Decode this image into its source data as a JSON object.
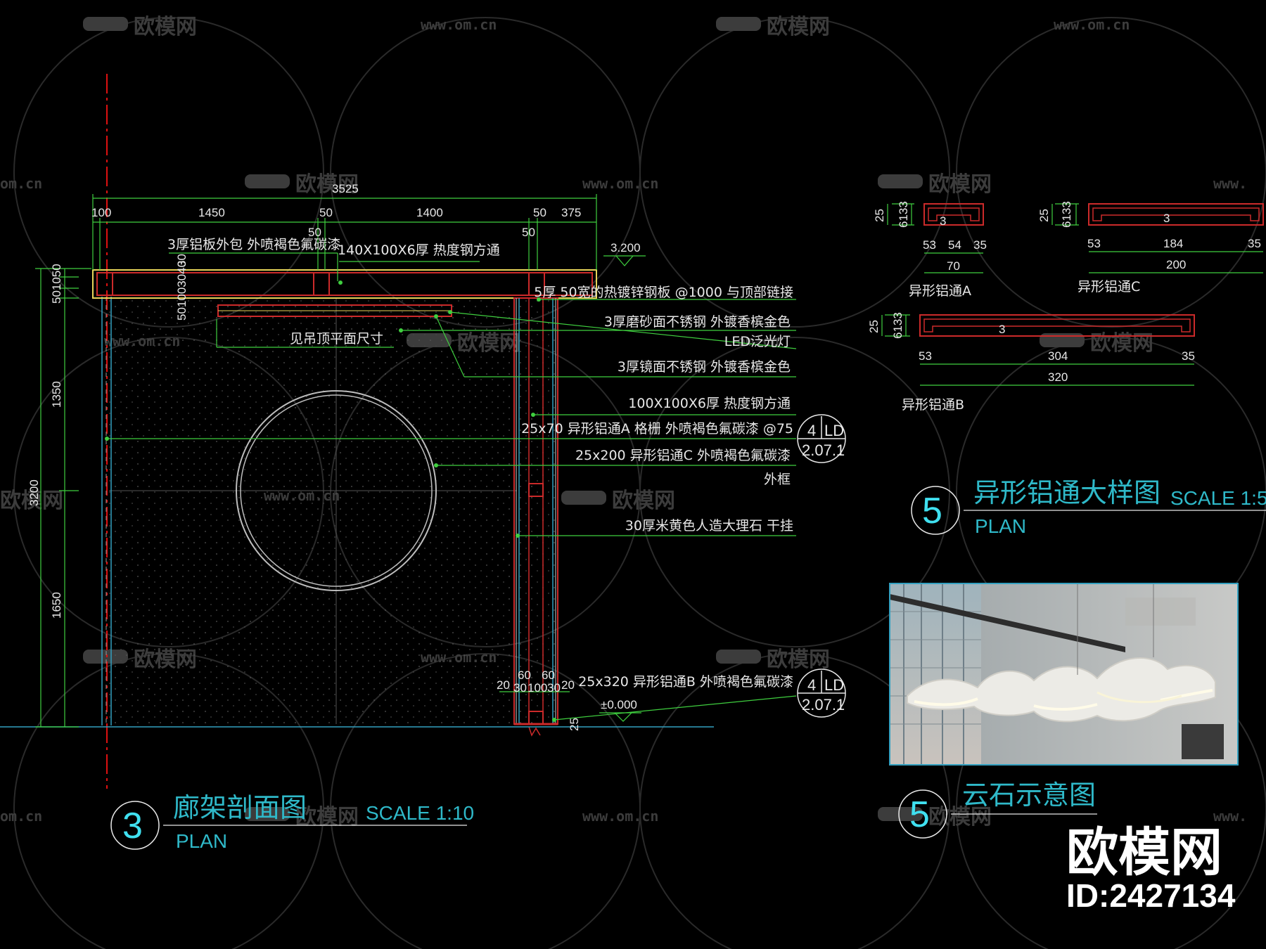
{
  "watermark": {
    "brand": "欧模网",
    "url": "www.om.cn",
    "partial_url": "om.cn",
    "partial_url_right": "www.",
    "partial_brand": "欧模网"
  },
  "brand_stamp": {
    "name": "欧模网",
    "id": "ID:2427134"
  },
  "section3": {
    "number": "3",
    "title": "廊架剖面图",
    "subtitle": "PLAN",
    "scale": "SCALE 1:10",
    "top_dims": {
      "overall": "3525",
      "segments": [
        "100",
        "1450",
        "50",
        "1400",
        "50",
        "375"
      ],
      "lower_50a": "50",
      "lower_50b": "50"
    },
    "level_top": "3.200",
    "level_bottom": "±0.000",
    "left_dims": {
      "overall": "3200",
      "upper": "1350",
      "lower": "1650",
      "stack_top": "501050",
      "side_small": "30",
      "side_stack": "501003040"
    },
    "bottom_dims": [
      "20",
      "30",
      "100",
      "30",
      "20"
    ],
    "bottom_dims_top": [
      "60",
      "60"
    ],
    "base_dim": "25",
    "labels_left": {
      "alum_cladding": "3厚铝板外包  外喷褐色氟碳漆",
      "steel_tube": "140X100X6厚  热度钢方通",
      "ceiling_ref": "见吊顶平面尺寸"
    },
    "callouts": [
      "5厚  50宽的热镀锌钢板  @1000  与顶部链接",
      "3厚磨砂面不锈钢  外镀香槟金色",
      "LED泛光灯",
      "3厚镜面不锈钢  外镀香槟金色",
      "100X100X6厚  热度钢方通",
      "25x70  异形铝通A  格栅  外喷褐色氟碳漆  @75",
      "25x200  异形铝通C  外喷褐色氟碳漆",
      "外框",
      "30厚米黄色人造大理石  干挂",
      "25x320  异形铝通B  外喷褐色氟碳漆"
    ],
    "ref_tag": {
      "top": "4",
      "mid": "LD",
      "bottom": "2.07.1"
    }
  },
  "section5": {
    "number": "5",
    "title": "异形铝通大样图",
    "subtitle": "PLAN",
    "scale": "SCALE 1:5",
    "profile_a": {
      "name": "异形铝通A",
      "h": "25",
      "stack": "6133",
      "t": "3",
      "dims": [
        "53",
        "54",
        "35"
      ],
      "total": "70"
    },
    "profile_c": {
      "name": "异形铝通C",
      "h": "25",
      "stack": "6133",
      "t": "3",
      "dims": [
        "53",
        "184",
        "35"
      ],
      "total": "200"
    },
    "profile_b": {
      "name": "异形铝通B",
      "h": "25",
      "stack": "6133",
      "t": "3",
      "dims": [
        "53",
        "304",
        "35"
      ],
      "total": "320"
    }
  },
  "section5b": {
    "number": "5",
    "title": "云石示意图"
  }
}
